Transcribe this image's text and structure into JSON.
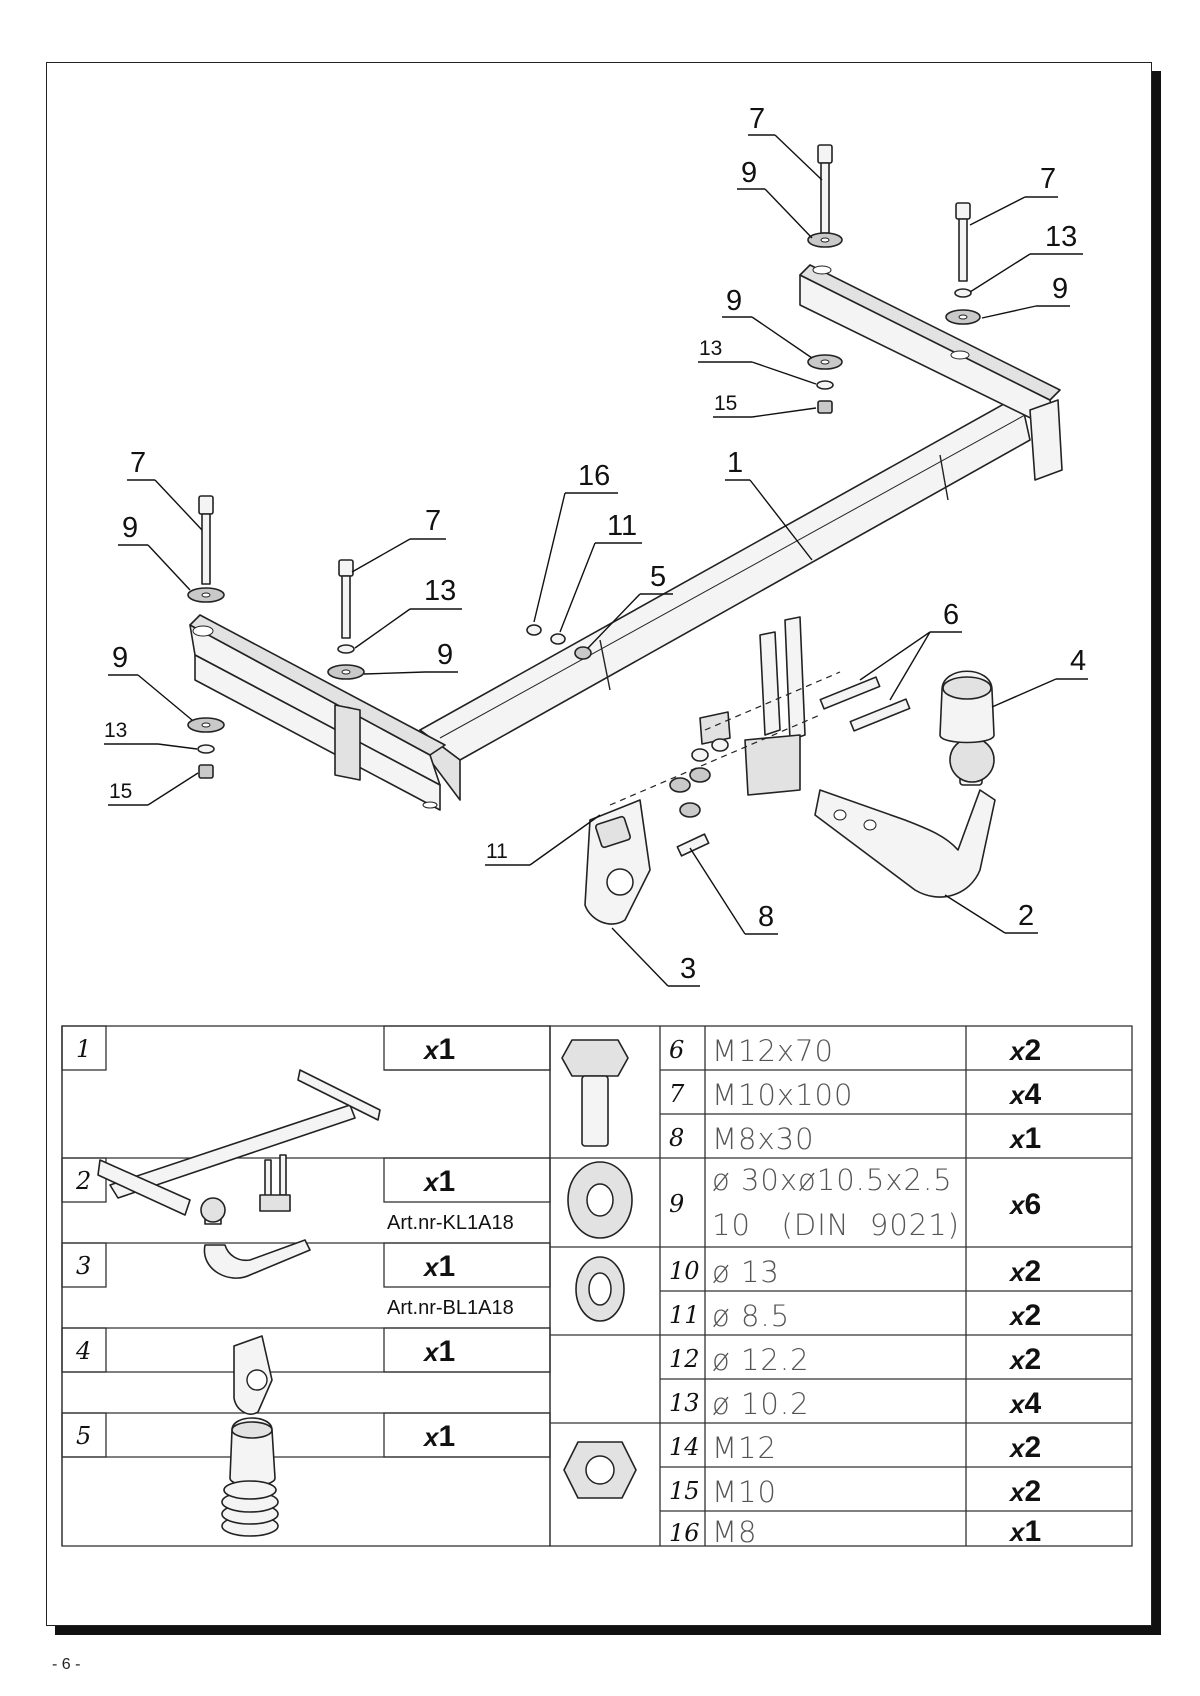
{
  "callouts": {
    "c7a": "7",
    "c9a": "9",
    "c7b": "7",
    "c13a": "13",
    "c9b": "9",
    "c9c": "9",
    "c13b": "13",
    "c15a": "15",
    "c16": "16",
    "c1": "1",
    "c7c": "7",
    "c9d": "9",
    "c7d": "7",
    "c11a": "11",
    "c5": "5",
    "c13c": "13",
    "c6": "6",
    "c4": "4",
    "c9e": "9",
    "c9f": "9",
    "c13d": "13",
    "c15b": "15",
    "c11b": "11",
    "c8": "8",
    "c2": "2",
    "c3": "3"
  },
  "parts_left": [
    {
      "num": "1",
      "qty_x": "x",
      "qty_n": "1",
      "art": ""
    },
    {
      "num": "2",
      "qty_x": "x",
      "qty_n": "1",
      "art": "Art.nr-KL1A18"
    },
    {
      "num": "3",
      "qty_x": "x",
      "qty_n": "1",
      "art": "Art.nr-BL1A18"
    },
    {
      "num": "4",
      "qty_x": "x",
      "qty_n": "1",
      "art": ""
    },
    {
      "num": "5",
      "qty_x": "x",
      "qty_n": "1",
      "art": ""
    }
  ],
  "parts_right": [
    {
      "num": "6",
      "spec": "M12x70",
      "qty_x": "x",
      "qty_n": "2"
    },
    {
      "num": "7",
      "spec": "M10x100",
      "qty_x": "x",
      "qty_n": "4"
    },
    {
      "num": "8",
      "spec": "M8x30",
      "qty_x": "x",
      "qty_n": "1"
    },
    {
      "num": "9",
      "spec": "ø 30xø10.5x2.5",
      "spec2": "10   (DIN  9021)",
      "qty_x": "x",
      "qty_n": "6"
    },
    {
      "num": "10",
      "spec": "ø 13",
      "qty_x": "x",
      "qty_n": "2"
    },
    {
      "num": "11",
      "spec": "ø 8.5",
      "qty_x": "x",
      "qty_n": "2"
    },
    {
      "num": "12",
      "spec": "ø 12.2",
      "qty_x": "x",
      "qty_n": "2"
    },
    {
      "num": "13",
      "spec": "ø 10.2",
      "qty_x": "x",
      "qty_n": "4"
    },
    {
      "num": "14",
      "spec": "M12",
      "qty_x": "x",
      "qty_n": "2"
    },
    {
      "num": "15",
      "spec": "M10",
      "qty_x": "x",
      "qty_n": "2"
    },
    {
      "num": "16",
      "spec": "M8",
      "qty_x": "x",
      "qty_n": "1"
    }
  ],
  "page_number": "- 6 -"
}
